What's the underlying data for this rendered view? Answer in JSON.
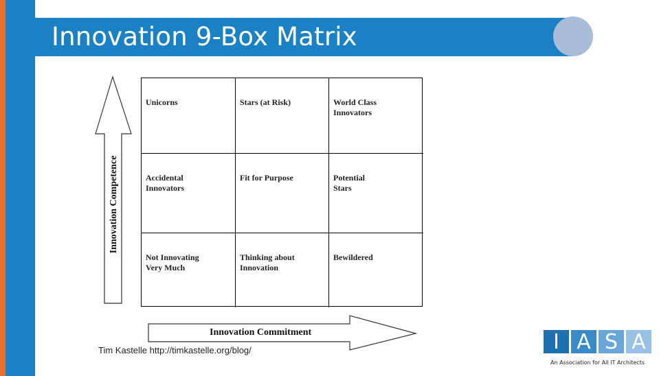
{
  "slide": {
    "title": "Innovation 9-Box Matrix",
    "colors": {
      "accent_blue": "#1a82c4",
      "accent_orange": "#e9712f",
      "circle": "#a9bdd8"
    }
  },
  "matrix": {
    "rows": [
      [
        "Unicorns",
        "Stars (at Risk)",
        "World Class\nInnovators"
      ],
      [
        "Accidental\nInnovators",
        "Fit for Purpose",
        "Potential\nStars"
      ],
      [
        "Not Innovating\nVery Much",
        "Thinking about\nInnovation",
        "Bewildered"
      ]
    ],
    "y_axis_label": "Innovation Competence",
    "x_axis_label": "Innovation Commitment"
  },
  "credit": "Tim Kastelle http://timkastelle.org/blog/",
  "logo": {
    "letters": [
      "I",
      "A",
      "S",
      "A"
    ],
    "tagline": "An Association for All IT Architects"
  }
}
